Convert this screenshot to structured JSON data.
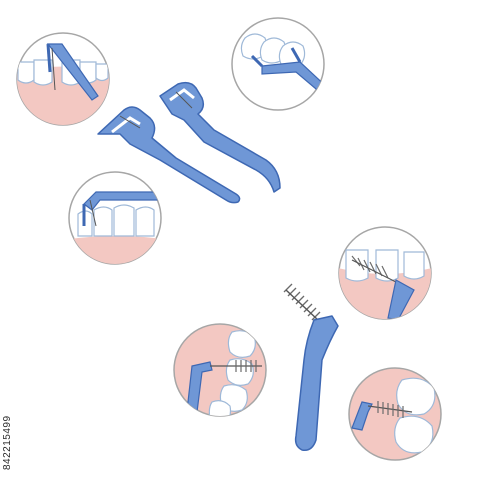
{
  "stock_id": "842215499",
  "palette": {
    "tool_blue": "#6f97d6",
    "tool_blue_dark": "#3e68b3",
    "gum_pink": "#f3c8c2",
    "tooth_white": "#ffffff",
    "circle_border": "#a6a6a6",
    "bristle_gray": "#6b6b6b"
  },
  "illustrations": [
    {
      "name": "floss-pick-vertical-front-teeth",
      "icon": "floss-pick-icon"
    },
    {
      "name": "floss-pick-molars-top-view",
      "icon": "floss-pick-icon"
    },
    {
      "name": "floss-pick-lower-teeth",
      "icon": "floss-pick-icon"
    },
    {
      "name": "interdental-brush-front-teeth",
      "icon": "interdental-brush-icon"
    },
    {
      "name": "interdental-brush-molars-side",
      "icon": "interdental-brush-icon"
    },
    {
      "name": "interdental-brush-molars-top",
      "icon": "interdental-brush-icon"
    }
  ]
}
